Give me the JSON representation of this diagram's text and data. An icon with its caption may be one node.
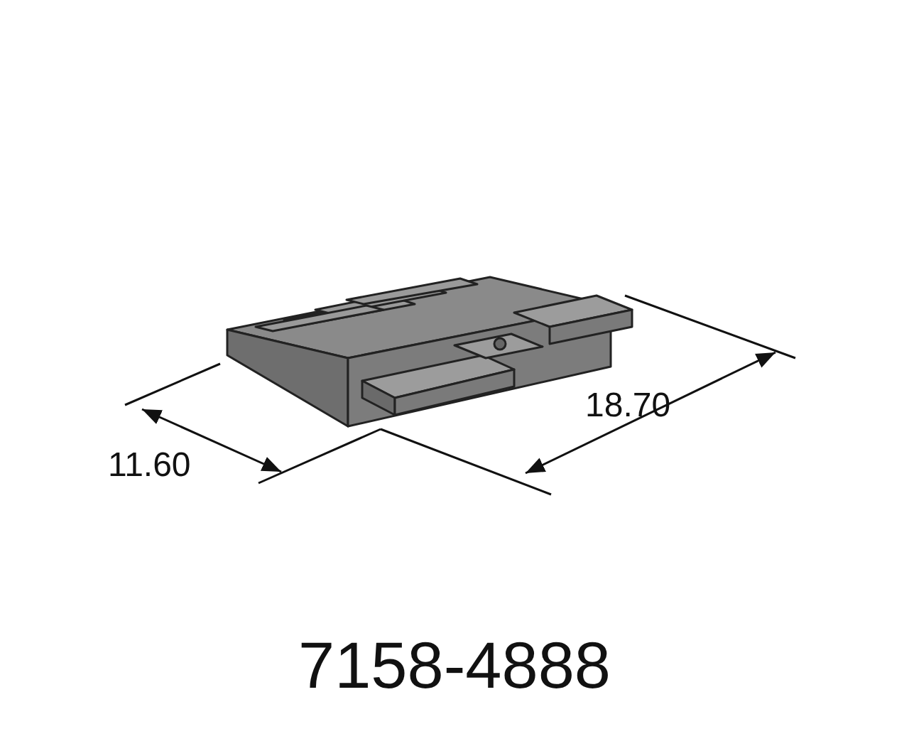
{
  "diagram": {
    "labels": [
      "11.60",
      "18.70",
      "7158-4888"
    ]
  }
}
